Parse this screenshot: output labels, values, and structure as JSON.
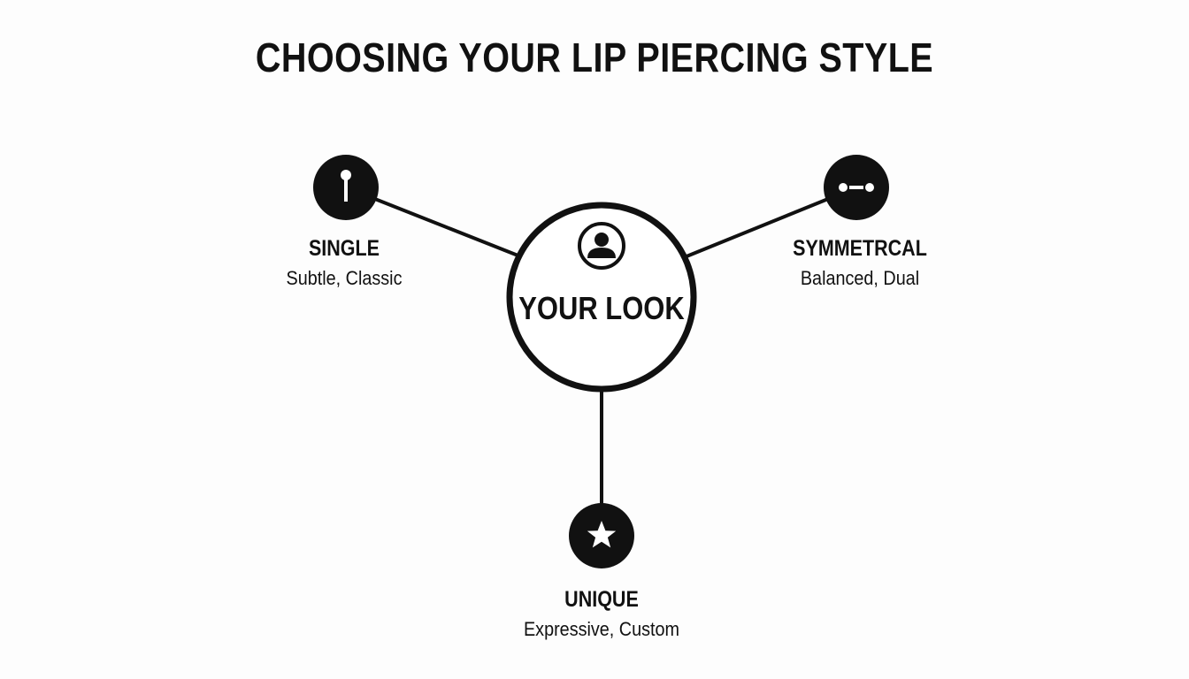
{
  "title": "CHOOSING YOUR LIP PIERCING STYLE",
  "center": {
    "label": "YOUR LOOK",
    "icon": "user-icon"
  },
  "nodes": [
    {
      "id": "single",
      "title": "SINGLE",
      "subtitle": "Subtle, Classic",
      "icon": "stud-icon"
    },
    {
      "id": "symmetrical",
      "title": "SYMMETRCAL",
      "subtitle": "Balanced, Dual",
      "icon": "dual-stud-icon"
    },
    {
      "id": "unique",
      "title": "UNIQUE",
      "subtitle": "Expressive, Custom",
      "icon": "star-icon"
    }
  ],
  "colors": {
    "background": "#fdfdfd",
    "ink": "#111111",
    "icon_fill": "#ffffff"
  }
}
